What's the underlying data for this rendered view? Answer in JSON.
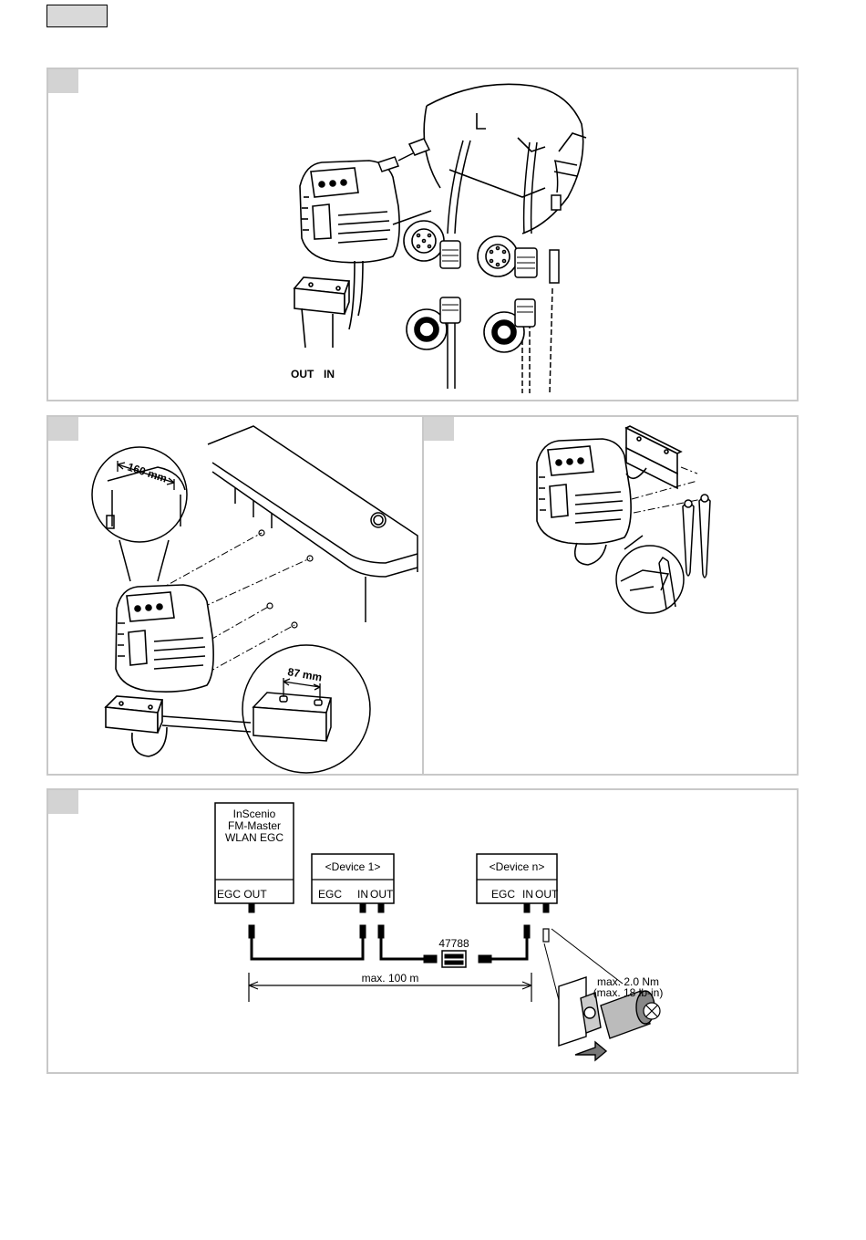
{
  "figure1": {
    "out_label": "OUT",
    "in_label": "IN"
  },
  "figure2": {
    "dim_top": "160 mm",
    "dim_bottom": "87 mm"
  },
  "figure4": {
    "master_line1": "InScenio",
    "master_line2": "FM-Master",
    "master_line3": "WLAN EGC",
    "master_port": "EGC OUT",
    "device1_name": "<Device 1>",
    "device1_egc": "EGC",
    "device1_in": "IN",
    "device1_out": "OUT",
    "devicen_name": "<Device n>",
    "devicen_egc": "EGC",
    "devicen_in": "IN",
    "devicen_out": "OUT",
    "connector_part": "47788",
    "max_length": "max. 100 m",
    "torque_line1": "max. 2.0 Nm",
    "torque_line2": "(max. 18 lb-in)"
  }
}
